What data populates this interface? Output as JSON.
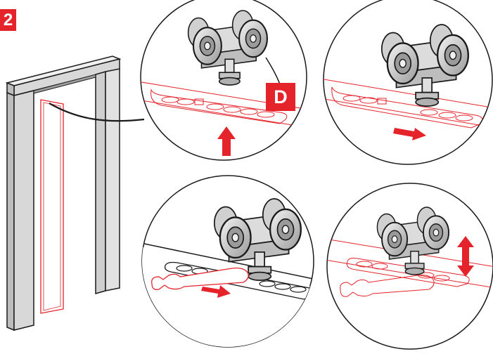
{
  "step_number": "2",
  "part_label": "D",
  "colors": {
    "accent": "#e5232b",
    "outline": "#1a1a1a",
    "rail_line": "#e5232b",
    "metal_light": "#e6e6e6",
    "metal_mid": "#c8c8c8",
    "metal_dark": "#8a8a8a"
  },
  "figure": {
    "door_frame": "door-frame-illustration",
    "panels": [
      "insert-trolley-into-rail",
      "slide-trolley-along-rail",
      "tighten-nut-with-wrench",
      "adjust-height"
    ],
    "arrows": [
      "up-arrow",
      "right-arrow",
      "right-arrow",
      "up-down-arrow"
    ]
  }
}
